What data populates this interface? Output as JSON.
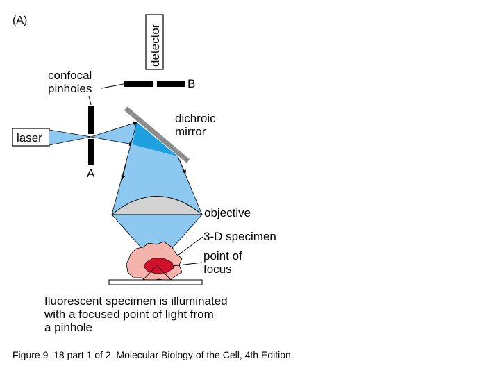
{
  "panel_label": "(A)",
  "labels": {
    "detector": "detector",
    "confocal_pinholes_line1": "confocal",
    "confocal_pinholes_line2": "pinholes",
    "pinhole_b": "B",
    "pinhole_a": "A",
    "laser": "laser",
    "dichroic_line1": "dichroic",
    "dichroic_line2": "mirror",
    "objective": "objective",
    "specimen": "3-D specimen",
    "focus_line1": "point of",
    "focus_line2": "focus"
  },
  "caption_lines": [
    "fluorescent specimen is illuminated",
    "with a focused point of light from",
    "a pinhole"
  ],
  "footer": "Figure 9–18 part 1 of 2. Molecular Biology of the Cell, 4th Edition.",
  "colors": {
    "light_blue": "#8cc8f0",
    "dichroic_blue": "#1ea0e0",
    "mirror_gray": "#8c8c8c",
    "lens_gray": "#d2d2d2",
    "specimen_pink": "#f4b4ac",
    "focus_red": "#d0102a"
  }
}
